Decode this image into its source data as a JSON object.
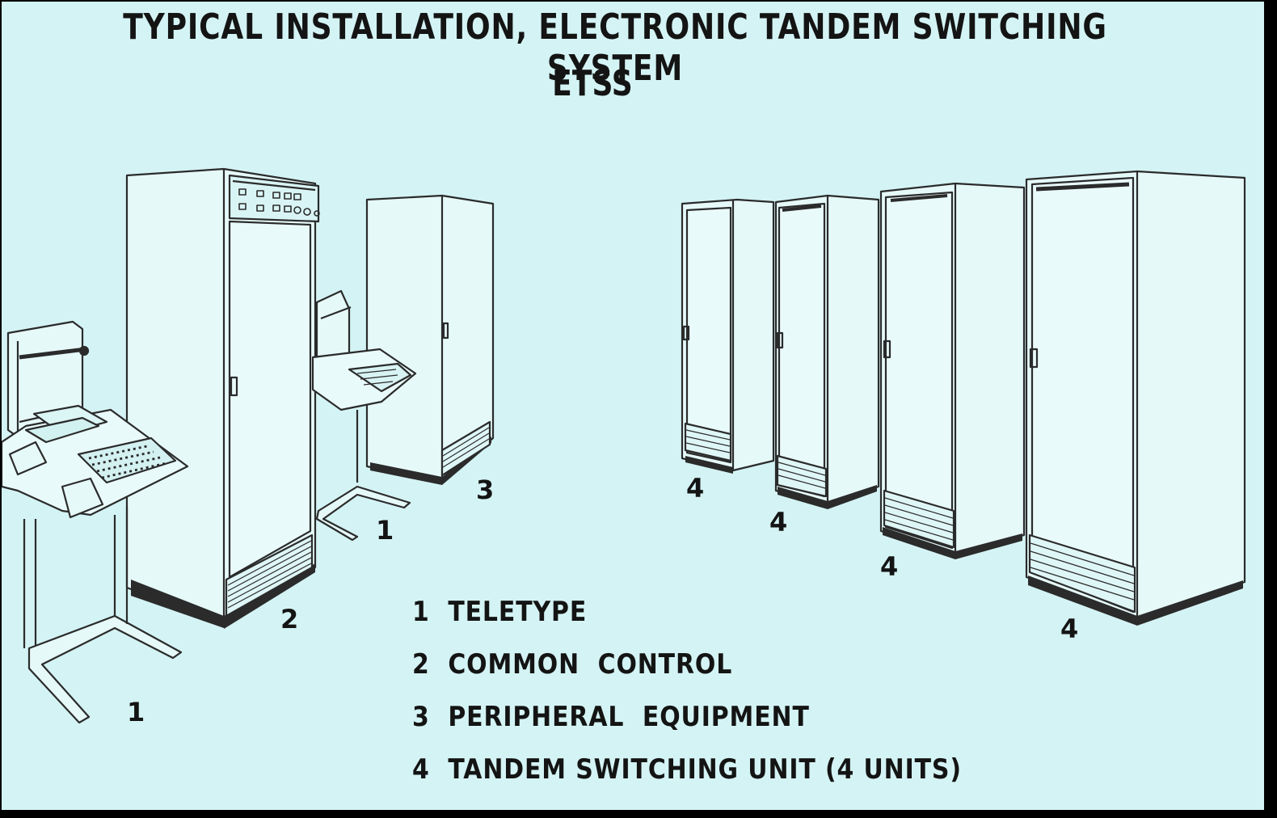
{
  "title": {
    "line1": "TYPICAL INSTALLATION, ELECTRONIC TANDEM SWITCHING SYSTEM",
    "line2": "ETSS"
  },
  "legend": [
    {
      "number": "1",
      "text": "TELETYPE"
    },
    {
      "number": "2",
      "text": "COMMON  CONTROL"
    },
    {
      "number": "3",
      "text": "PERIPHERAL  EQUIPMENT"
    },
    {
      "number": "4",
      "text": "TANDEM SWITCHING UNIT (4 UNITS)"
    }
  ],
  "callouts": {
    "teletype_front": "1",
    "teletype_back": "1",
    "common_control": "2",
    "peripheral": "3",
    "unit_a": "4",
    "unit_b": "4",
    "unit_c": "4",
    "unit_d": "4"
  },
  "colors": {
    "background": "#d4f3f4",
    "line": "#2b2b2b",
    "panel": "#e9fafa",
    "shade": "#bfe7e9"
  }
}
